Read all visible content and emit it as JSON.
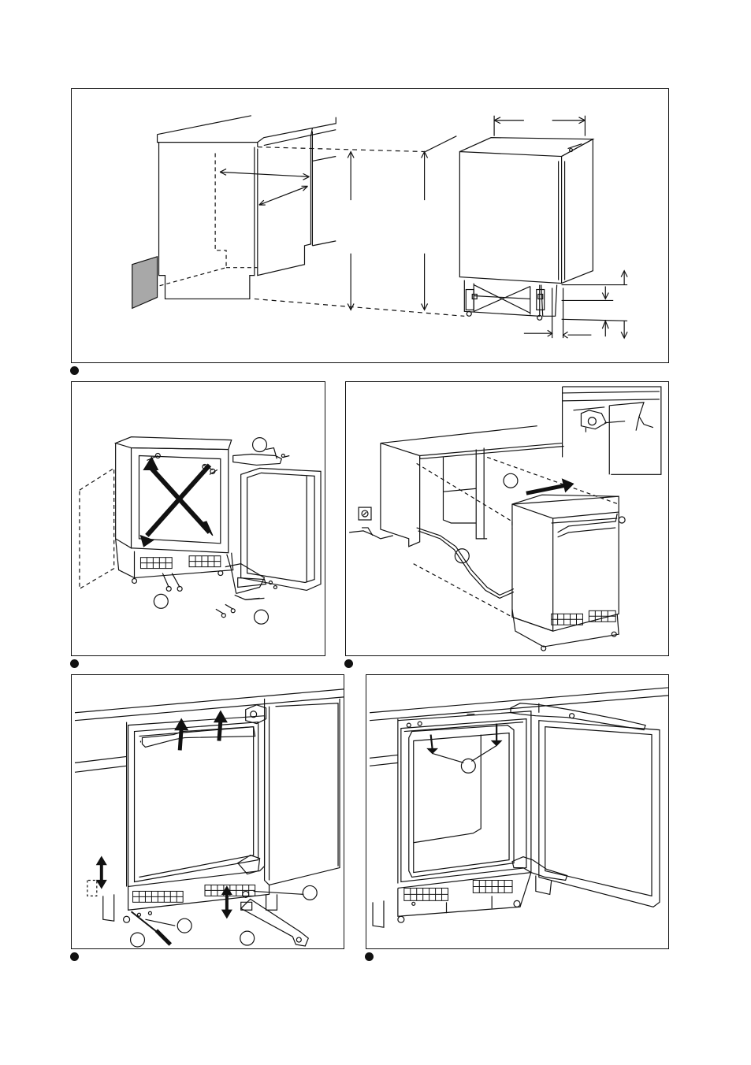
{
  "document": {
    "figures": [
      {
        "id": "fig-1",
        "caption": "",
        "icon": "installation-dimensions-diagram"
      },
      {
        "id": "fig-2",
        "caption": "",
        "icon": "door-reversal-diagram"
      },
      {
        "id": "fig-3",
        "caption": "",
        "icon": "push-into-niche-diagram"
      },
      {
        "id": "fig-4",
        "caption": "",
        "icon": "height-adjustment-diagram"
      },
      {
        "id": "fig-5",
        "caption": "",
        "icon": "fix-with-screws-diagram"
      }
    ],
    "colors": {
      "line": "#111111",
      "background": "#ffffff",
      "shade": "#a8a8a8"
    }
  }
}
